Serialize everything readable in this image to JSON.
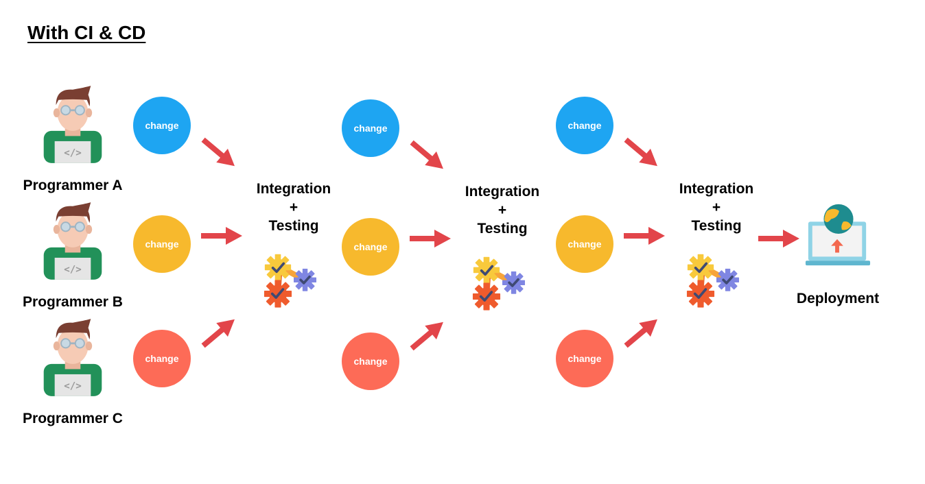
{
  "title": "With CI & CD",
  "programmers": [
    {
      "label": "Programmer A"
    },
    {
      "label": "Programmer B"
    },
    {
      "label": "Programmer C"
    }
  ],
  "change_label": "change",
  "stages": [
    {
      "line1": "Integration",
      "plus": "+",
      "line2": "Testing"
    },
    {
      "line1": "Integration",
      "plus": "+",
      "line2": "Testing"
    },
    {
      "line1": "Integration",
      "plus": "+",
      "line2": "Testing"
    }
  ],
  "deployment": {
    "label": "Deployment"
  },
  "colors": {
    "change_blue": "#1ea5f2",
    "change_yellow": "#f7b92d",
    "change_red": "#fd6b57",
    "arrow": "#e2454a"
  },
  "icons": {
    "programmer": "programmer-avatar-icon",
    "gears": "gears-checkmark-icon",
    "deployment": "laptop-globe-upload-icon"
  }
}
